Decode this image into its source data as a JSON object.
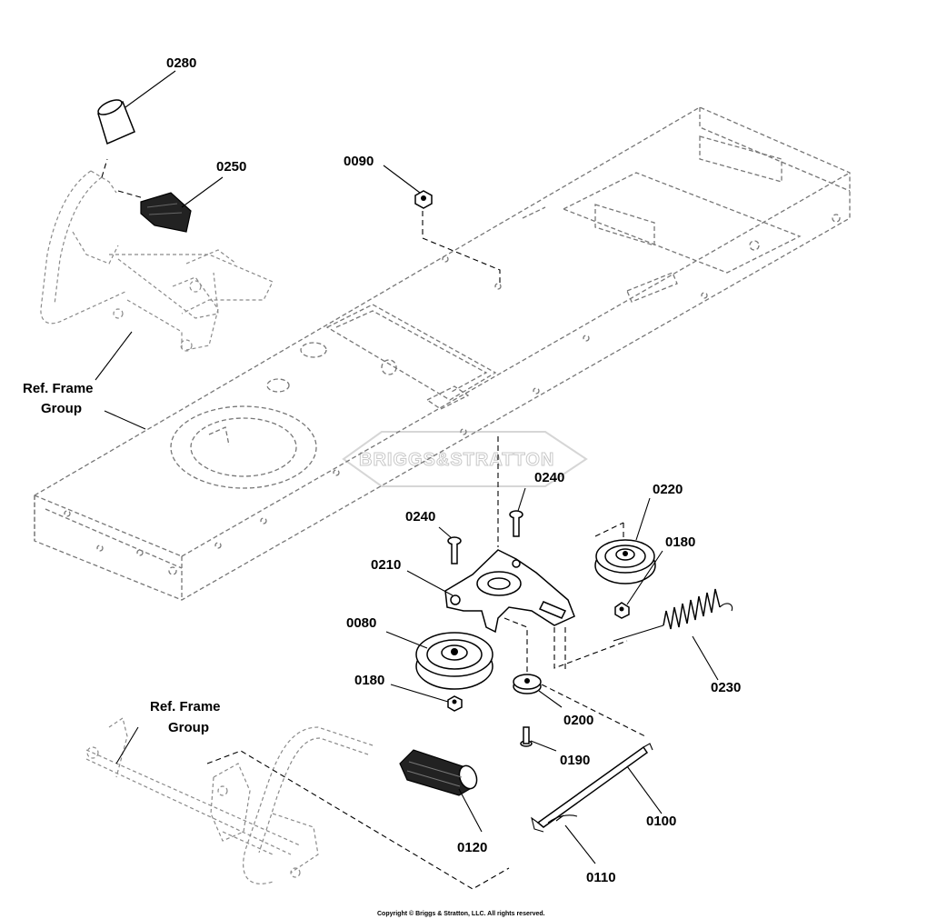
{
  "callouts": {
    "p0280": "0280",
    "p0250": "0250",
    "p0090": "0090",
    "p0240a": "0240",
    "p0240b": "0240",
    "p0220": "0220",
    "p0210": "0210",
    "p0180a": "0180",
    "p0080": "0080",
    "p0180b": "0180",
    "p0200": "0200",
    "p0190": "0190",
    "p0230": "0230",
    "p0100": "0100",
    "p0120": "0120",
    "p0110": "0110"
  },
  "references": {
    "top_line1": "Ref. Frame",
    "top_line2": "Group",
    "bottom_line1": "Ref. Frame",
    "bottom_line2": "Group"
  },
  "watermark": "BRIGGS&STRATTON",
  "copyright": "Copyright © Briggs & Stratton, LLC. All rights reserved."
}
